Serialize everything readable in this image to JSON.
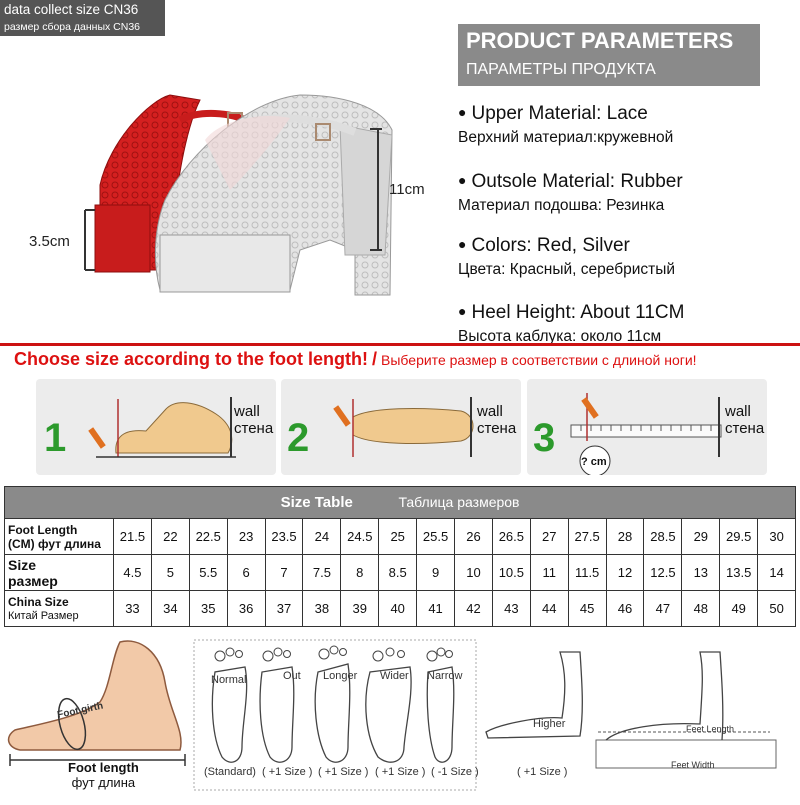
{
  "badge": {
    "line1": "data collect size CN36",
    "line2": "размер сбора данных CN36"
  },
  "shoe_dims": {
    "heel_height": "11cm",
    "platform_height": "3.5cm"
  },
  "params": {
    "title": "PRODUCT PARAMETERS",
    "subtitle": "ПАРАМЕТРЫ ПРОДУКТА",
    "items": [
      {
        "en": "Upper Material: Lace",
        "ru": "Верхний материал:кружевной"
      },
      {
        "en": "Outsole Material: Rubber",
        "ru": "Материал подошва: Резинка"
      },
      {
        "en": "Colors: Red, Silver",
        "ru": "Цвета: Красный, серебристый"
      },
      {
        "en": "Heel Height: About 11CM",
        "ru": "Высота каблука: около 11см"
      }
    ]
  },
  "choose": {
    "en": "Choose size according to the foot length!",
    "sep": "/",
    "ru": "Выберите размер в соответствии с длиной ноги!"
  },
  "steps": [
    {
      "num": "1",
      "wall_en": "wall",
      "wall_ru": "стена"
    },
    {
      "num": "2",
      "wall_en": "wall",
      "wall_ru": "стена"
    },
    {
      "num": "3",
      "wall_en": "wall",
      "wall_ru": "стена",
      "measure": "? cm"
    }
  ],
  "size_table": {
    "title_en": "Size Table",
    "title_ru": "Таблица размеров",
    "foot_length_label_en": "Foot Length",
    "foot_length_label_ru": "(CM) фут длина",
    "size_label_en": "Size",
    "size_label_ru": "размер",
    "china_label_en": "China Size",
    "china_label_ru": "Китай Размер",
    "foot_length": [
      "21.5",
      "22",
      "22.5",
      "23",
      "23.5",
      "24",
      "24.5",
      "25",
      "25.5",
      "26",
      "26.5",
      "27",
      "27.5",
      "28",
      "28.5",
      "29",
      "29.5",
      "30"
    ],
    "size": [
      "4.5",
      "5",
      "5.5",
      "6",
      "7",
      "7.5",
      "8",
      "8.5",
      "9",
      "10",
      "10.5",
      "11",
      "11.5",
      "12",
      "12.5",
      "13",
      "13.5",
      "14"
    ],
    "china_size": [
      "33",
      "34",
      "35",
      "36",
      "37",
      "38",
      "39",
      "40",
      "41",
      "42",
      "43",
      "44",
      "45",
      "46",
      "47",
      "48",
      "49",
      "50"
    ]
  },
  "foot_guide": {
    "foot_girth": "Foot girth",
    "foot_length_en": "Foot length",
    "foot_length_ru": "фут длина",
    "types": [
      "Normal",
      "Out",
      "Longer",
      "Wider",
      "Narrow"
    ],
    "adjustments": [
      "(Standard)",
      "( +1 Size )",
      "( +1 Size )",
      "( +1 Size )",
      "( -1 Size )"
    ],
    "higher": "Higher",
    "higher_adj": "( +1 Size )",
    "feet_length": "Feet Length",
    "feet_width": "Feet Width"
  },
  "colors": {
    "accent_red": "#d11111",
    "header_gray": "#8a8a8a",
    "shoe_red": "#d42020",
    "shoe_silver": "#dcdcdc",
    "skin": "#f2c9a8"
  }
}
